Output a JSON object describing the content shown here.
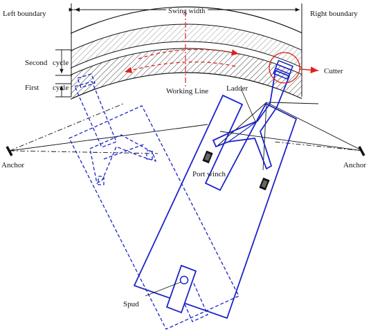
{
  "labels": {
    "left_boundary": "Left boundary",
    "right_boundary": "Right boundary",
    "swing_width": "Swing width",
    "second_cycle_1": "Second",
    "second_cycle_2": "cycle",
    "first_cycle_1": "First",
    "first_cycle_2": "cycle",
    "working_line": "Working Line",
    "ladder": "Ladder",
    "cutter": "Cutter",
    "port_winch": "Port winch",
    "anchor_left": "Anchor",
    "anchor_right": "Anchor",
    "spud": "Spud"
  },
  "colors": {
    "dredger": "#1a23c8",
    "accent": "#e0201a",
    "line": "#111111",
    "hatch": "#222222"
  }
}
